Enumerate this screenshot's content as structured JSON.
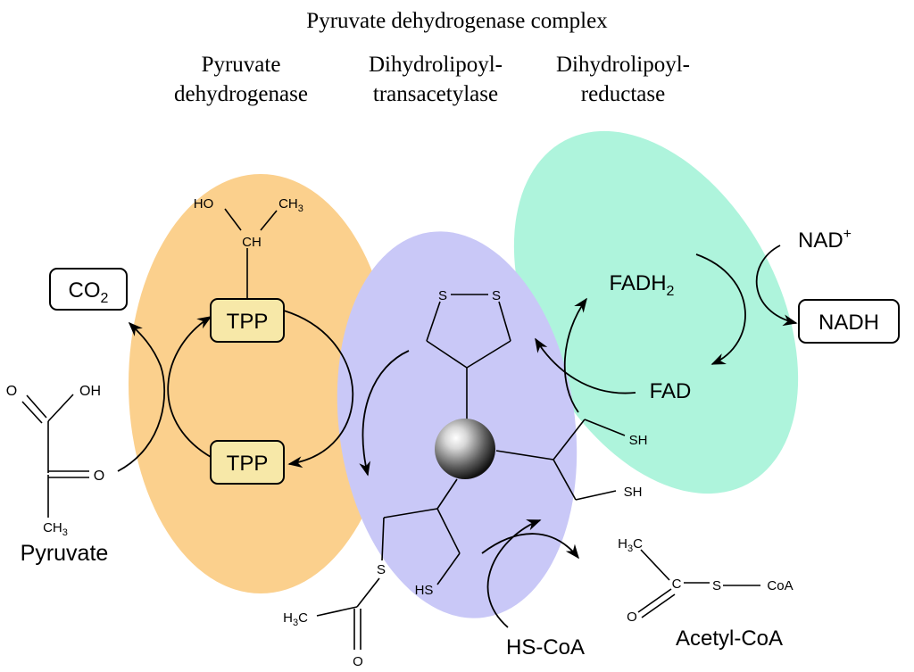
{
  "title": "Pyruvate dehydrogenase complex",
  "enzymes": {
    "e1": {
      "line1": "Pyruvate",
      "line2": "dehydrogenase",
      "color": "#fbd08d"
    },
    "e2": {
      "line1": "Dihydrolipoyl-",
      "line2": "transacetylase",
      "color": "#c9c8f7"
    },
    "e3": {
      "line1": "Dihydrolipoyl-",
      "line2": "reductase",
      "color": "#aef4dc"
    }
  },
  "boxes": {
    "tpp_top": "TPP",
    "tpp_bottom": "TPP",
    "co2": "CO",
    "co2_sub": "2",
    "nadh": "NADH"
  },
  "box_color": "#f7e8a8",
  "labels": {
    "nad": "NAD",
    "nad_sup": "+",
    "fadh2": "FADH",
    "fadh2_sub": "2",
    "fad": "FAD",
    "pyruvate": "Pyruvate",
    "hs_coa": "HS-CoA",
    "acetyl_coa": "Acetyl-CoA"
  },
  "atoms": {
    "ho": "HO",
    "ch3_top": "CH",
    "ch3_top_sub": "3",
    "ch": "CH",
    "pyr_o1": "O",
    "pyr_oh": "OH",
    "pyr_o2": "O",
    "pyr_ch3": "CH",
    "pyr_ch3_sub": "3",
    "s1": "S",
    "s2": "S",
    "sh1": "SH",
    "sh2": "SH",
    "hs": "HS",
    "s_thio": "S",
    "h3c_left": "H",
    "h3c_left_sub": "3",
    "h3c_left_c": "C",
    "o_left": "O",
    "h3c_right": "H",
    "h3c_right_sub": "3",
    "h3c_right_c": "C",
    "c_right": "C",
    "s_right": "S",
    "coa_right": "CoA",
    "o_right": "O"
  }
}
